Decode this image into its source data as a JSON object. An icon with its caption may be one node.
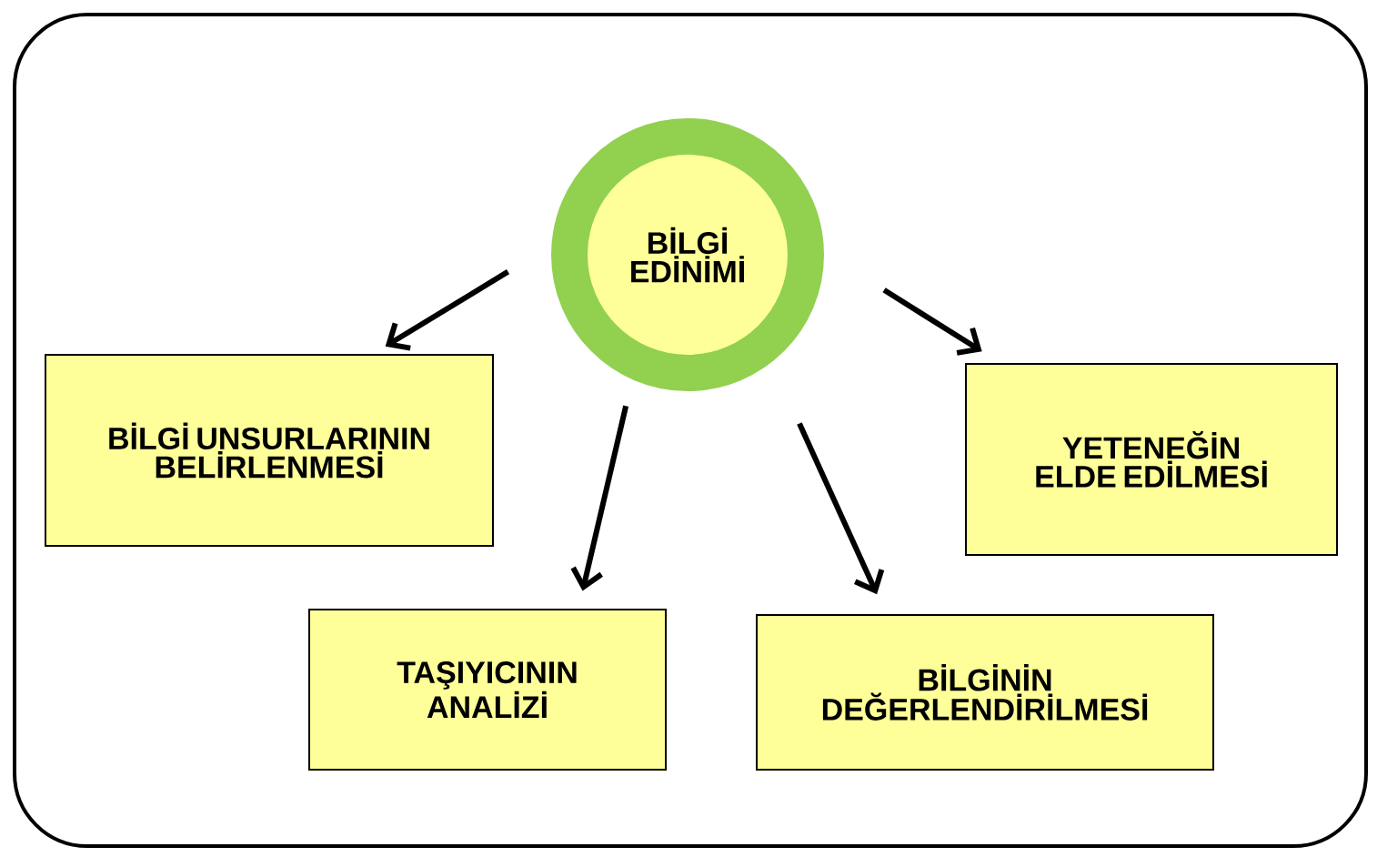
{
  "diagram": {
    "nodes": [
      {
        "text": [
          "BİLGİ EDİNİMİ"
        ]
      },
      {
        "text": [
          "BİLGİ UNSURLARININ BELİRLENMESİ"
        ]
      },
      {
        "text": [
          "TAŞIYICININ ANALİZİ"
        ]
      },
      {
        "text": [
          "BİLGİNİN DEĞERLENDİRİLMESİ"
        ]
      },
      {
        "text": [
          "YETENEĞİN ELDE EDİLMESİ"
        ]
      }
    ],
    "edges": [
      {
        "from": 0,
        "to": 1,
        "arrow": "to"
      },
      {
        "from": 0,
        "to": 2,
        "arrow": "to"
      },
      {
        "from": 0,
        "to": 3,
        "arrow": "to"
      },
      {
        "from": 0,
        "to": 4,
        "arrow": "to"
      }
    ]
  }
}
